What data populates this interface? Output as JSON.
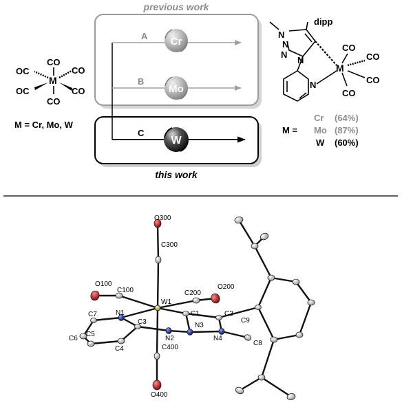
{
  "scheme": {
    "previous_work_label": "previous work",
    "this_work_label": "this work",
    "routes": [
      {
        "letter": "A",
        "metal": "Cr"
      },
      {
        "letter": "B",
        "metal": "Mo"
      },
      {
        "letter": "C",
        "metal": "W"
      }
    ],
    "reactant": {
      "co_top": "CO",
      "co_bottom": "CO",
      "oc_left_upper": "OC",
      "oc_left_lower": "OC",
      "co_right_upper": "CO",
      "co_right_lower": "CO",
      "metal": "M",
      "definition": "M = Cr, Mo, W"
    },
    "product": {
      "methyl_n": "N",
      "dipp": "dipp",
      "triazole_n_left": "N",
      "triazole_n_mid": "N",
      "triazole_n_bottom": "N",
      "pyridine_n": "N",
      "metal": "M",
      "co_top": "CO",
      "co_right_upper": "CO",
      "co_right_lower": "CO",
      "co_bottom": "CO"
    },
    "yields": {
      "m_label": "M =",
      "rows": [
        {
          "metal": "Cr",
          "yield": "(64%)",
          "color": "#8c8c8c"
        },
        {
          "metal": "Mo",
          "yield": "(87%)",
          "color": "#8c8c8c"
        },
        {
          "metal": "W",
          "yield": "(60%)",
          "color": "#000000"
        }
      ]
    }
  },
  "structure": {
    "atoms": {
      "O300": "O300",
      "C300": "C300",
      "O100": "O100",
      "C100": "C100",
      "W1": "W1",
      "C200": "C200",
      "O200": "O200",
      "C1": "C1",
      "C2": "C2",
      "C7": "C7",
      "N1": "N1",
      "C3": "C3",
      "N3": "N3",
      "C9": "C9",
      "C6": "C6",
      "C5": "C5",
      "N2": "N2",
      "N4": "N4",
      "C4": "C4",
      "C400": "C400",
      "C8": "C8",
      "O400": "O400"
    }
  },
  "colors": {
    "previous_box": "#9a9a9a",
    "previous_arrow": "#a0a0a0",
    "this_box": "#000000",
    "oxygen": "#b01818",
    "nitrogen": "#1a2a9a",
    "tungsten": "#c9c24a",
    "carbon": "#bdbdbd"
  }
}
